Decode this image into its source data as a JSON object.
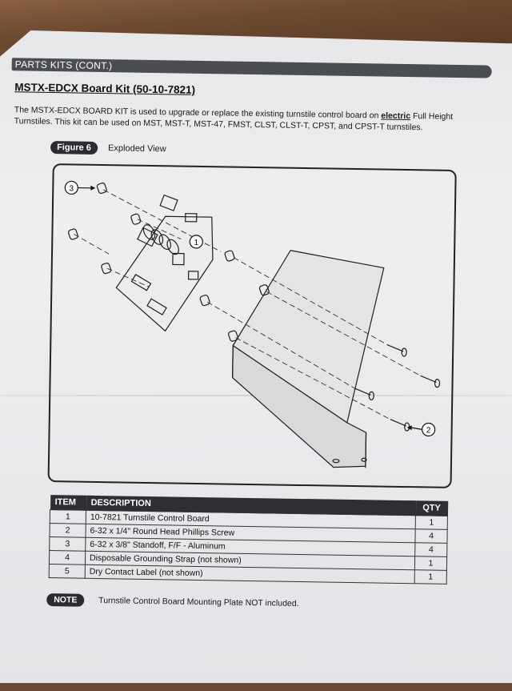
{
  "section": {
    "label": "PARTS KITS (CONT.)"
  },
  "kit": {
    "title": "MSTX-EDCX Board Kit (50-10-7821)"
  },
  "intro": {
    "part1": "The MSTX-EDCX BOARD KIT is used to upgrade or replace the existing turnstile control board on ",
    "emph": "electric",
    "part2": " Full Height Turnstiles. This kit can be used on MST, MST-T, MST-47, FMST, CLST, CLST-T, CPST, and CPST-T turnstiles."
  },
  "figure": {
    "badge": "Figure 6",
    "caption": "Exploded View",
    "callouts": [
      "1",
      "2",
      "3"
    ]
  },
  "table": {
    "headers": {
      "item": "ITEM",
      "description": "DESCRIPTION",
      "qty": "QTY"
    },
    "rows": [
      {
        "item": "1",
        "description": "10-7821 Turnstile Control Board",
        "qty": "1"
      },
      {
        "item": "2",
        "description": "6-32 x 1/4\" Round Head Phillips Screw",
        "qty": "4"
      },
      {
        "item": "3",
        "description": "6-32 x 3/8\" Standoff, F/F - Aluminum",
        "qty": "4"
      },
      {
        "item": "4",
        "description": "Disposable Grounding Strap (not shown)",
        "qty": "1"
      },
      {
        "item": "5",
        "description": "Dry Contact Label (not shown)",
        "qty": "1"
      }
    ]
  },
  "note": {
    "badge": "NOTE",
    "text": "Turnstile Control Board Mounting Plate NOT included."
  }
}
